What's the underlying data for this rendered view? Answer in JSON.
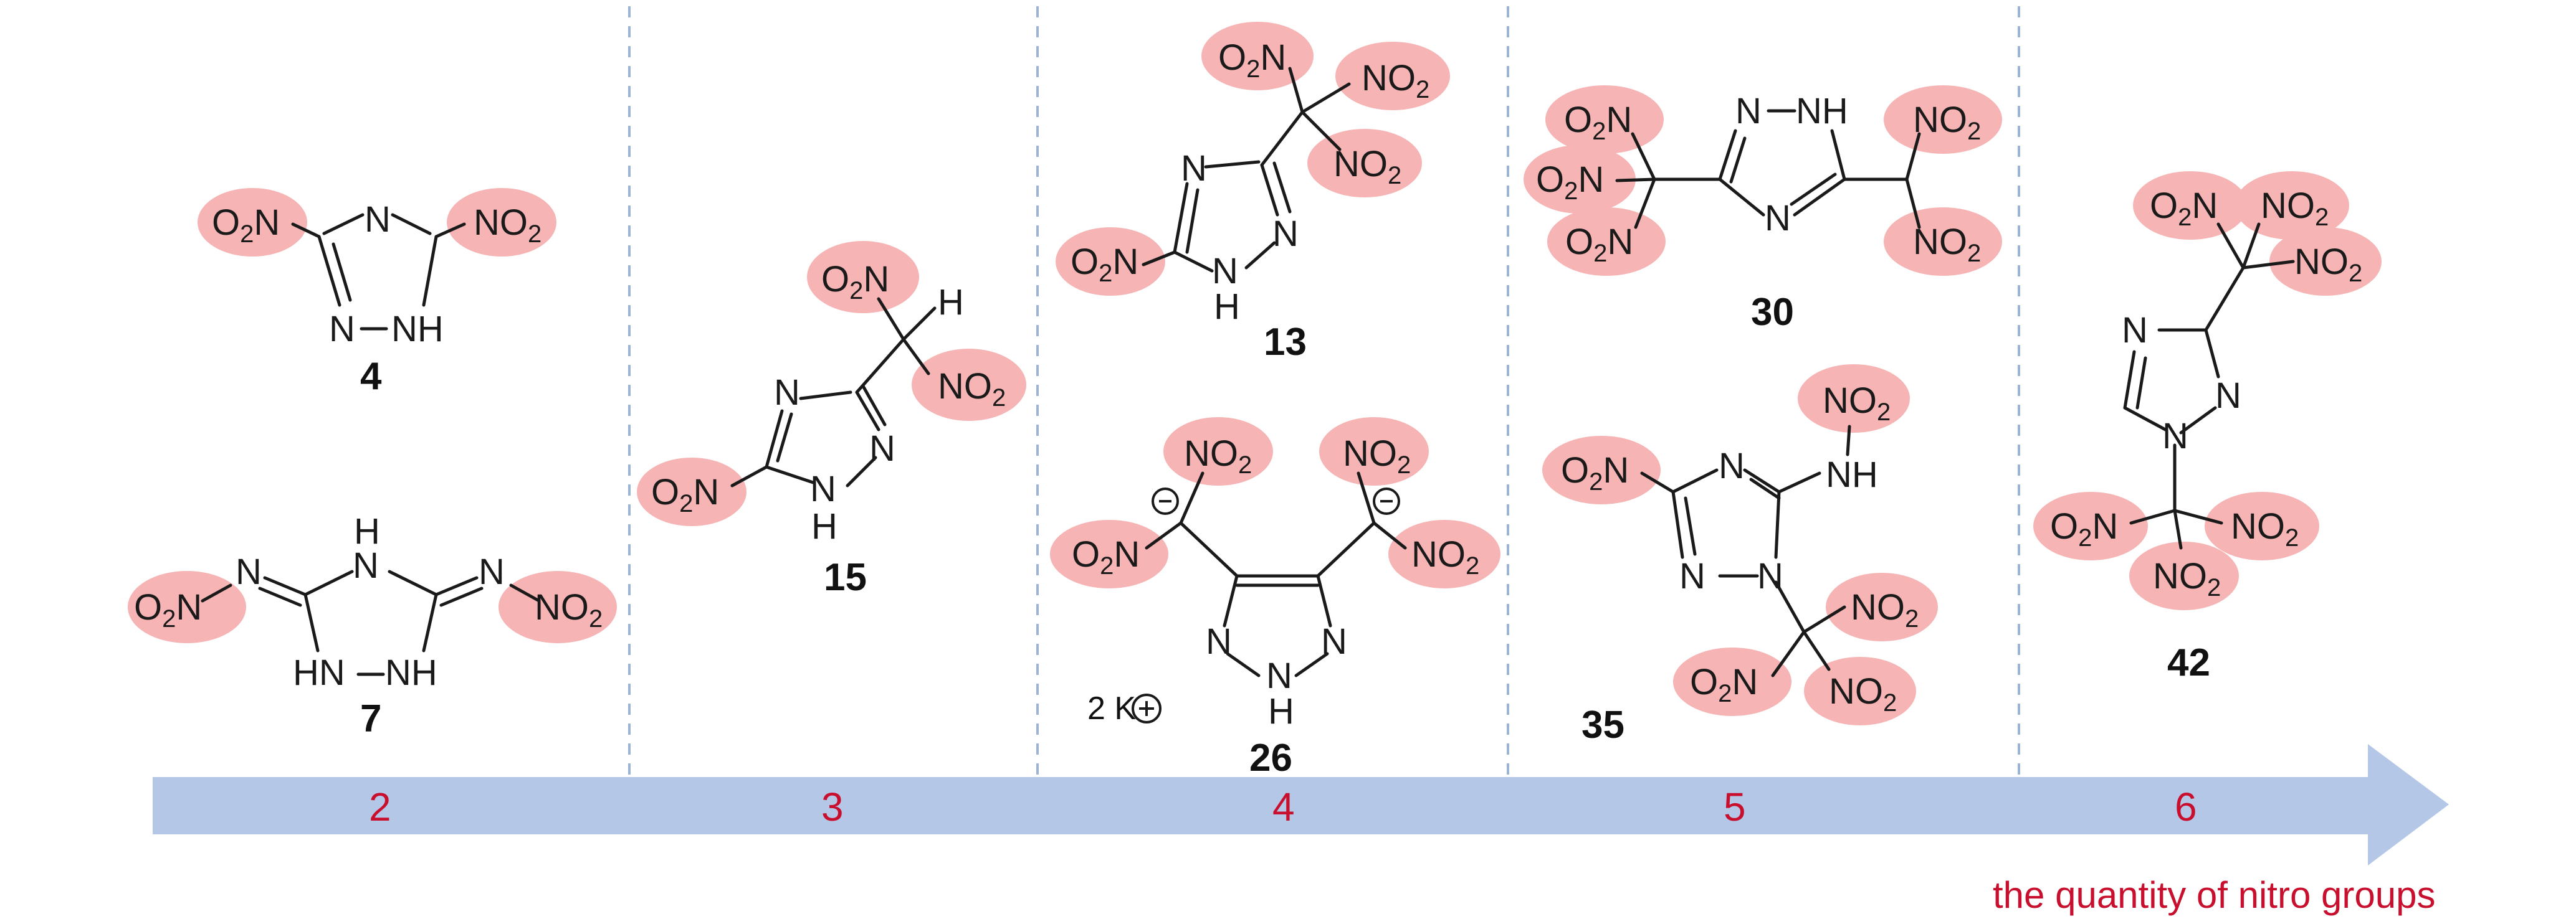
{
  "compounds": {
    "c4": {
      "id": "4"
    },
    "c7": {
      "id": "7"
    },
    "c15": {
      "id": "15"
    },
    "c13": {
      "id": "13"
    },
    "c26": {
      "id": "26",
      "counterion": "2 K"
    },
    "c30": {
      "id": "30"
    },
    "c35": {
      "id": "35"
    },
    "c42": {
      "id": "42"
    }
  },
  "scale": {
    "labels": [
      "2",
      "3",
      "4",
      "5",
      "6"
    ]
  },
  "caption": "the quantity of nitro groups",
  "colors": {
    "highlight": "#f6b4b4",
    "arrow": "#b4c7e7",
    "scale_text": "#c8102e",
    "divider": "#9bb4d6"
  }
}
